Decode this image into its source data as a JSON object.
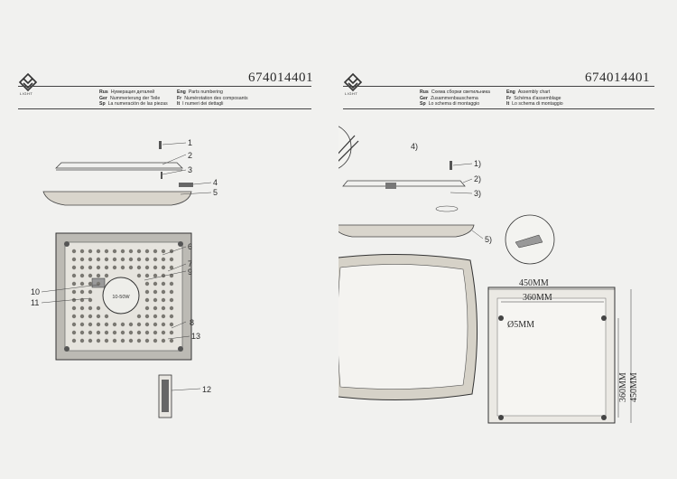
{
  "left": {
    "code": "674014401",
    "brand": "LIGHT",
    "languages": [
      {
        "code": "Rus",
        "text": "Нумерация деталей"
      },
      {
        "code": "Ger",
        "text": "Nummerierung der Teile"
      },
      {
        "code": "Sp",
        "text": "La numeración de las piezas"
      },
      {
        "code": "Eng",
        "text": "Parts numbering"
      },
      {
        "code": "Fr",
        "text": "Numérotation des composants"
      },
      {
        "code": "It",
        "text": "I numeri dei dettagli"
      }
    ],
    "callouts": [
      "1",
      "2",
      "3",
      "4",
      "5",
      "6",
      "7",
      "8",
      "9",
      "10",
      "11",
      "12",
      "13"
    ],
    "driver_label": "10-50W"
  },
  "right": {
    "code": "674014401",
    "brand": "LIGHT",
    "languages": [
      {
        "code": "Rus",
        "text": "Схема сборки светильника"
      },
      {
        "code": "Ger",
        "text": "Zusammenbauschema"
      },
      {
        "code": "Sp",
        "text": "Lo schema di montaggio"
      },
      {
        "code": "Eng",
        "text": "Assembly chart"
      },
      {
        "code": "Fr",
        "text": "Schéma d'assemblage"
      },
      {
        "code": "It",
        "text": "Lo schema di montaggio"
      }
    ],
    "steps": [
      "1)",
      "2)",
      "3)",
      "4)",
      "5)"
    ],
    "dims": {
      "outer": "450MM",
      "inner": "360MM",
      "hole": "Ø5MM",
      "v_inner": "360MM",
      "v_outer": "450MM"
    }
  }
}
